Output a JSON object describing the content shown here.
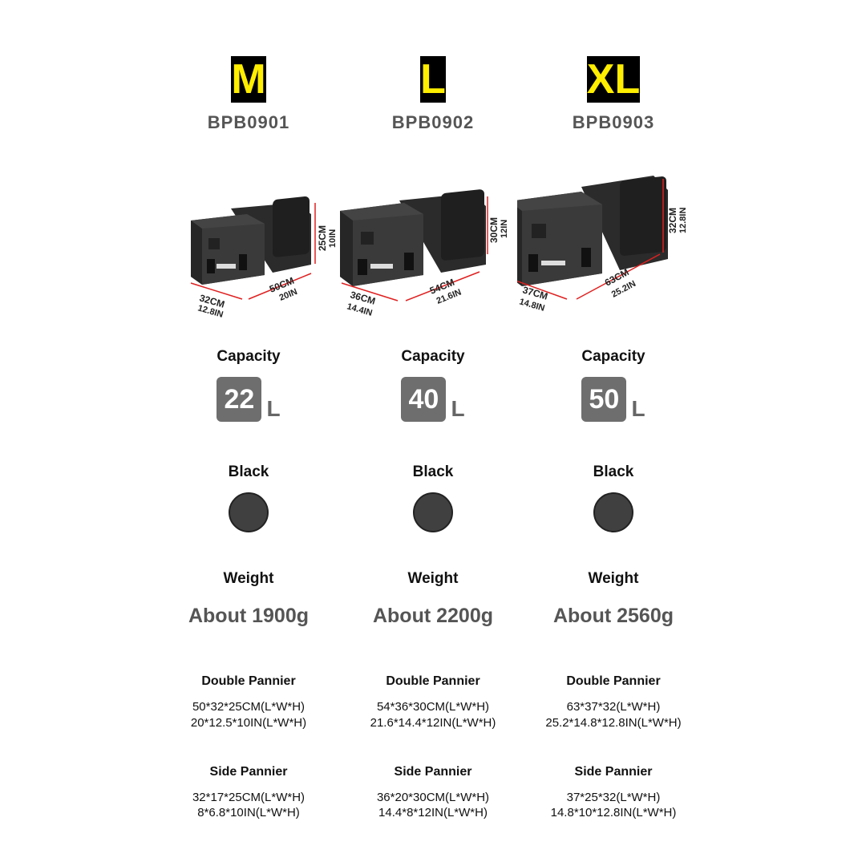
{
  "columns": [
    {
      "size": "M",
      "model": "BPB0901",
      "capacity_label": "Capacity",
      "capacity_value": "22",
      "capacity_unit": "L",
      "color_label": "Black",
      "color_hex": "#404040",
      "weight_label": "Weight",
      "weight_value": "About 1900g",
      "double_label": "Double Pannier",
      "double_line1": "50*32*25CM(L*W*H)",
      "double_line2": "20*12.5*10IN(L*W*H)",
      "side_label": "Side Pannier",
      "side_line1": "32*17*25CM(L*W*H)",
      "side_line2": "8*6.8*10IN(L*W*H)",
      "dim_depth_cm": "32CM",
      "dim_depth_in": "12.8IN",
      "dim_length_cm": "50CM",
      "dim_length_in": "20IN",
      "dim_height_cm": "25CM",
      "dim_height_in": "10IN"
    },
    {
      "size": "L",
      "model": "BPB0902",
      "capacity_label": "Capacity",
      "capacity_value": "40",
      "capacity_unit": "L",
      "color_label": "Black",
      "color_hex": "#404040",
      "weight_label": "Weight",
      "weight_value": "About 2200g",
      "double_label": "Double Pannier",
      "double_line1": "54*36*30CM(L*W*H)",
      "double_line2": "21.6*14.4*12IN(L*W*H)",
      "side_label": "Side Pannier",
      "side_line1": "36*20*30CM(L*W*H)",
      "side_line2": "14.4*8*12IN(L*W*H)",
      "dim_depth_cm": "36CM",
      "dim_depth_in": "14.4IN",
      "dim_length_cm": "54CM",
      "dim_length_in": "21.6IN",
      "dim_height_cm": "30CM",
      "dim_height_in": "12IN"
    },
    {
      "size": "XL",
      "model": "BPB0903",
      "capacity_label": "Capacity",
      "capacity_value": "50",
      "capacity_unit": "L",
      "color_label": "Black",
      "color_hex": "#404040",
      "weight_label": "Weight",
      "weight_value": "About 2560g",
      "double_label": "Double Pannier",
      "double_line1": "63*37*32(L*W*H)",
      "double_line2": "25.2*14.8*12.8IN(L*W*H)",
      "side_label": "Side Pannier",
      "side_line1": "37*25*32(L*W*H)",
      "side_line2": "14.8*10*12.8IN(L*W*H)",
      "dim_depth_cm": "37CM",
      "dim_depth_in": "14.8IN",
      "dim_length_cm": "63CM",
      "dim_length_in": "25.2IN",
      "dim_height_cm": "32CM",
      "dim_height_in": "12.8IN"
    }
  ],
  "theme": {
    "size_badge_bg": "#000000",
    "size_badge_text": "#ffee00",
    "capacity_box": "#6e6e6e",
    "dimension_line": "#e02020"
  }
}
